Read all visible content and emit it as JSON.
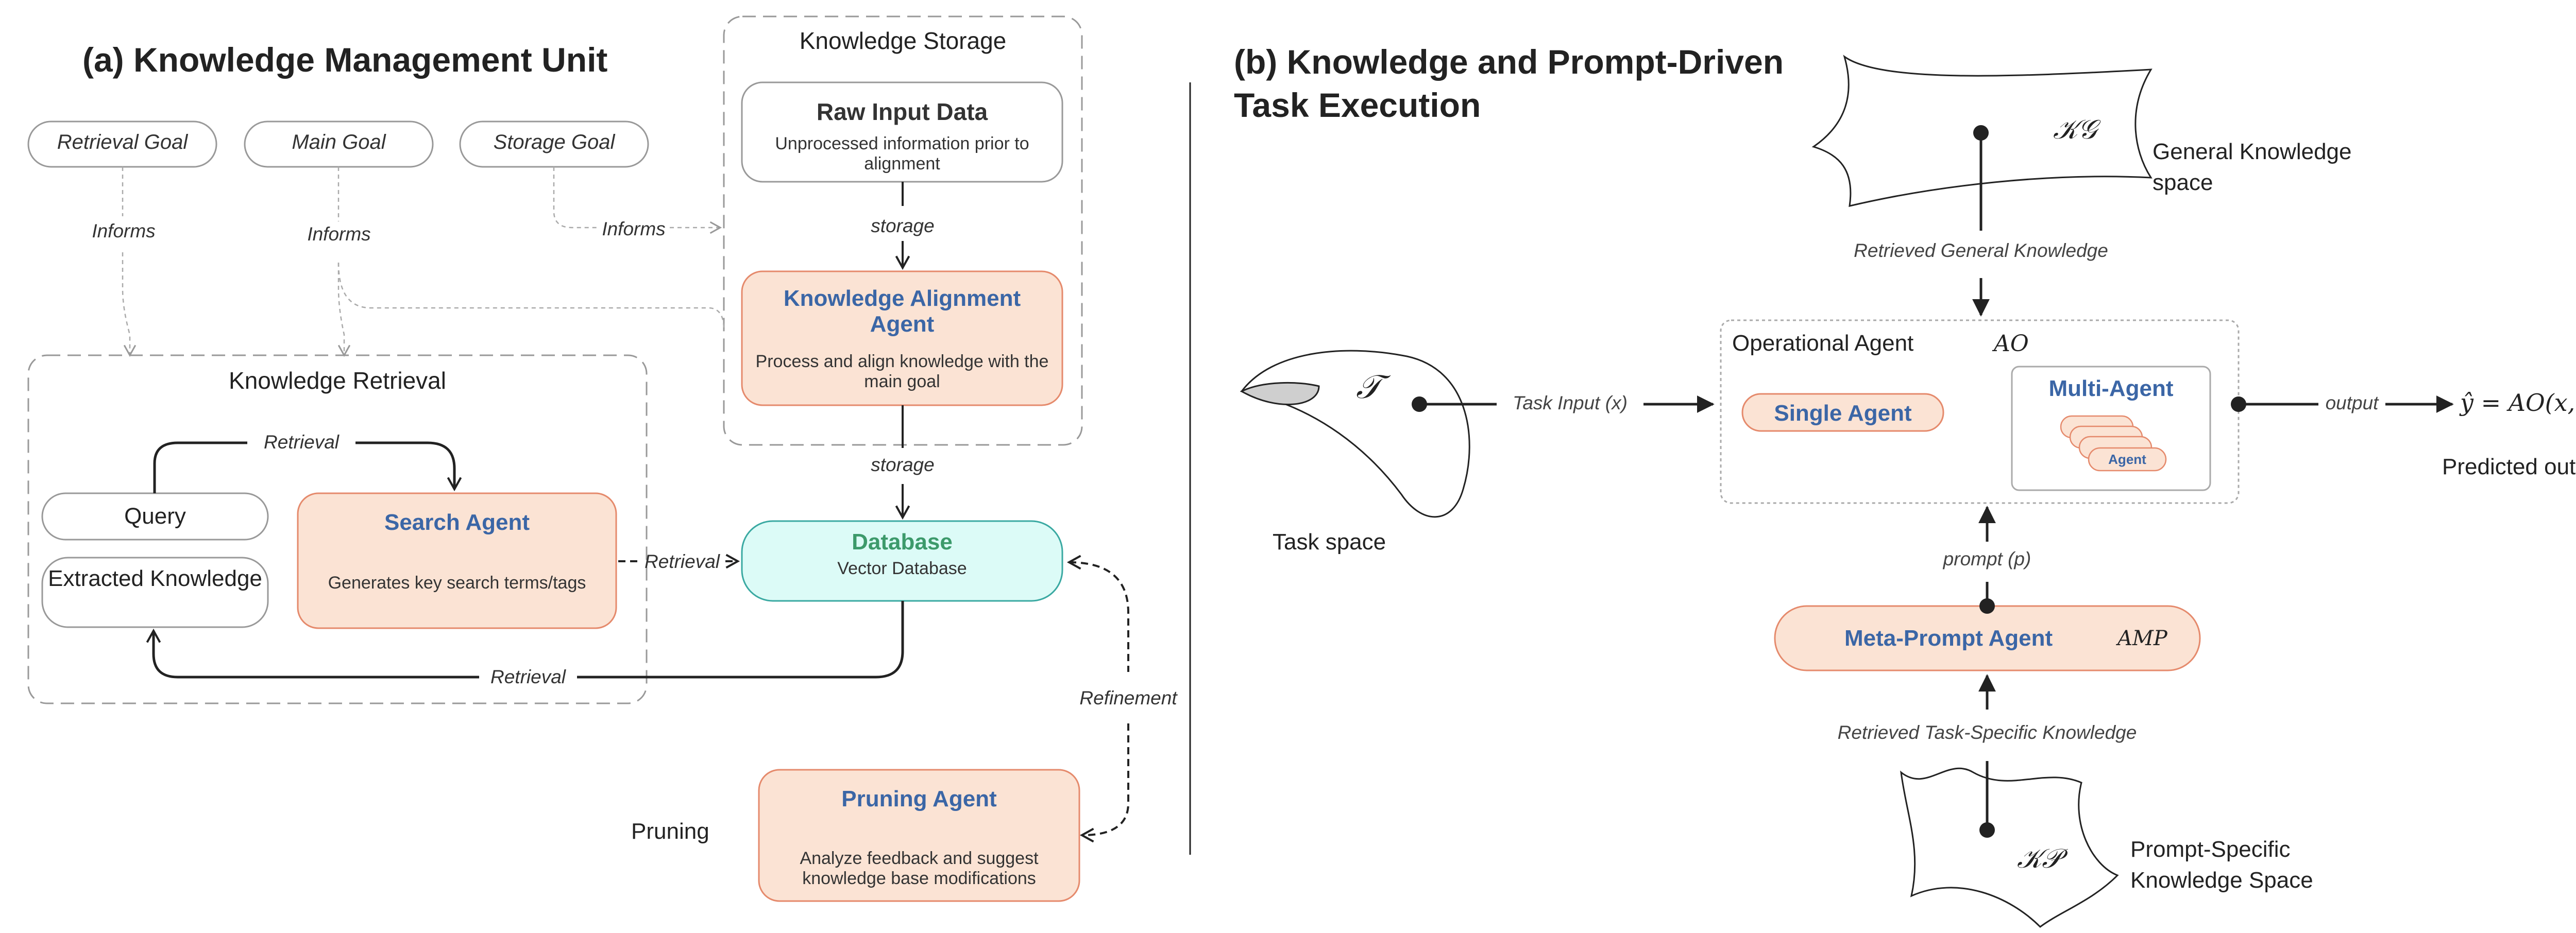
{
  "panel_a": {
    "title": "(a) Knowledge Management Unit",
    "goals": {
      "retrieval": "Retrieval Goal",
      "main": "Main Goal",
      "storage": "Storage Goal"
    },
    "informs": "Informs",
    "knowledge_storage": {
      "title": "Knowledge Storage",
      "raw_title": "Raw Input Data",
      "raw_desc": "Unprocessed information prior to alignment",
      "storage_label": "storage",
      "alignment_title": "Knowledge Alignment Agent",
      "alignment_desc": "Process and align knowledge with the main goal"
    },
    "knowledge_retrieval": {
      "title": "Knowledge Retrieval",
      "query": "Query",
      "extracted": "Extracted Knowledge",
      "search_title": "Search Agent",
      "search_desc": "Generates key search terms/tags",
      "retrieval_label": "Retrieval"
    },
    "database": {
      "title": "Database",
      "subtitle": "Vector Database"
    },
    "refinement": "Refinement",
    "pruning_label": "Pruning",
    "pruning_agent": {
      "title": "Pruning Agent",
      "desc": "Analyze feedback and suggest knowledge base modifications"
    }
  },
  "panel_b": {
    "title": "(b)  Knowledge and Prompt-Driven Task Execution",
    "general_space": "General Knowledge space",
    "kg_symbol": "𝒦𝒢",
    "retrieved_general": "Retrieved General Knowledge",
    "operational_agent": "Operational Agent",
    "ao_symbol": "AO",
    "single_agent": "Single Agent",
    "multi_agent": "Multi-Agent",
    "mini_agent": "Agent",
    "task_symbol": "𝒯",
    "task_input": "Task Input  (x)",
    "task_space": "Task space",
    "output": "output",
    "output_formula": "ŷ = AO(x, kG, p)",
    "predicted_output": "Predicted output",
    "prompt": "prompt (p)",
    "meta_prompt": "Meta-Prompt Agent",
    "amp_symbol": "AMP",
    "retrieved_task": "Retrieved Task-Specific Knowledge",
    "prompt_space": "Prompt-Specific Knowledge Space",
    "kp_symbol": "𝒦𝒫"
  },
  "colors": {
    "agent_fill": "#fbe3d4",
    "agent_stroke": "#e58a6c",
    "agent_text": "#3b66a6",
    "database_fill": "#dcfbf7",
    "database_stroke": "#3aa9a2",
    "database_text": "#3c9a6b"
  }
}
